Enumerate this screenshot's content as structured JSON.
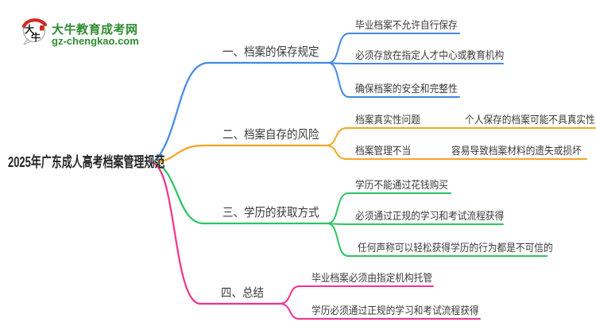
{
  "logo": {
    "title": "大牛教育成考网",
    "url": "gz-chengkao.com",
    "icon_text": "大牛",
    "brand_color": "#2e8b31",
    "seal_color": "#cf2b24"
  },
  "root": {
    "label": "2025年广东成人高考档案管理规范"
  },
  "branches": [
    {
      "label": "一、档案的保存规定",
      "color": "#418AE3",
      "children": [
        {
          "label": "毕业档案不允许自行保存"
        },
        {
          "label": "必须存放在指定人才中心或教育机构"
        },
        {
          "label": "确保档案的安全和完整性"
        }
      ]
    },
    {
      "label": "二、档案自存的风险",
      "color": "#F5A623",
      "children": [
        {
          "label": "档案真实性问题",
          "child": "个人保存的档案可能不具真实性"
        },
        {
          "label": "档案管理不当",
          "child": "容易导致档案材料的遗失或损坏"
        }
      ]
    },
    {
      "label": "三、学历的获取方式",
      "color": "#2DC462",
      "children": [
        {
          "label": "学历不能通过花钱购买"
        },
        {
          "label": "必须通过正规的学习和考试流程获得"
        },
        {
          "label": "任何声称可以轻松获得学历的行为都是不可信的"
        }
      ]
    },
    {
      "label": "四、总结",
      "color": "#F0338D",
      "children": [
        {
          "label": "毕业档案必须由指定机构托管"
        },
        {
          "label": "学历必须通过正规的学习和考试流程获得"
        }
      ]
    }
  ]
}
